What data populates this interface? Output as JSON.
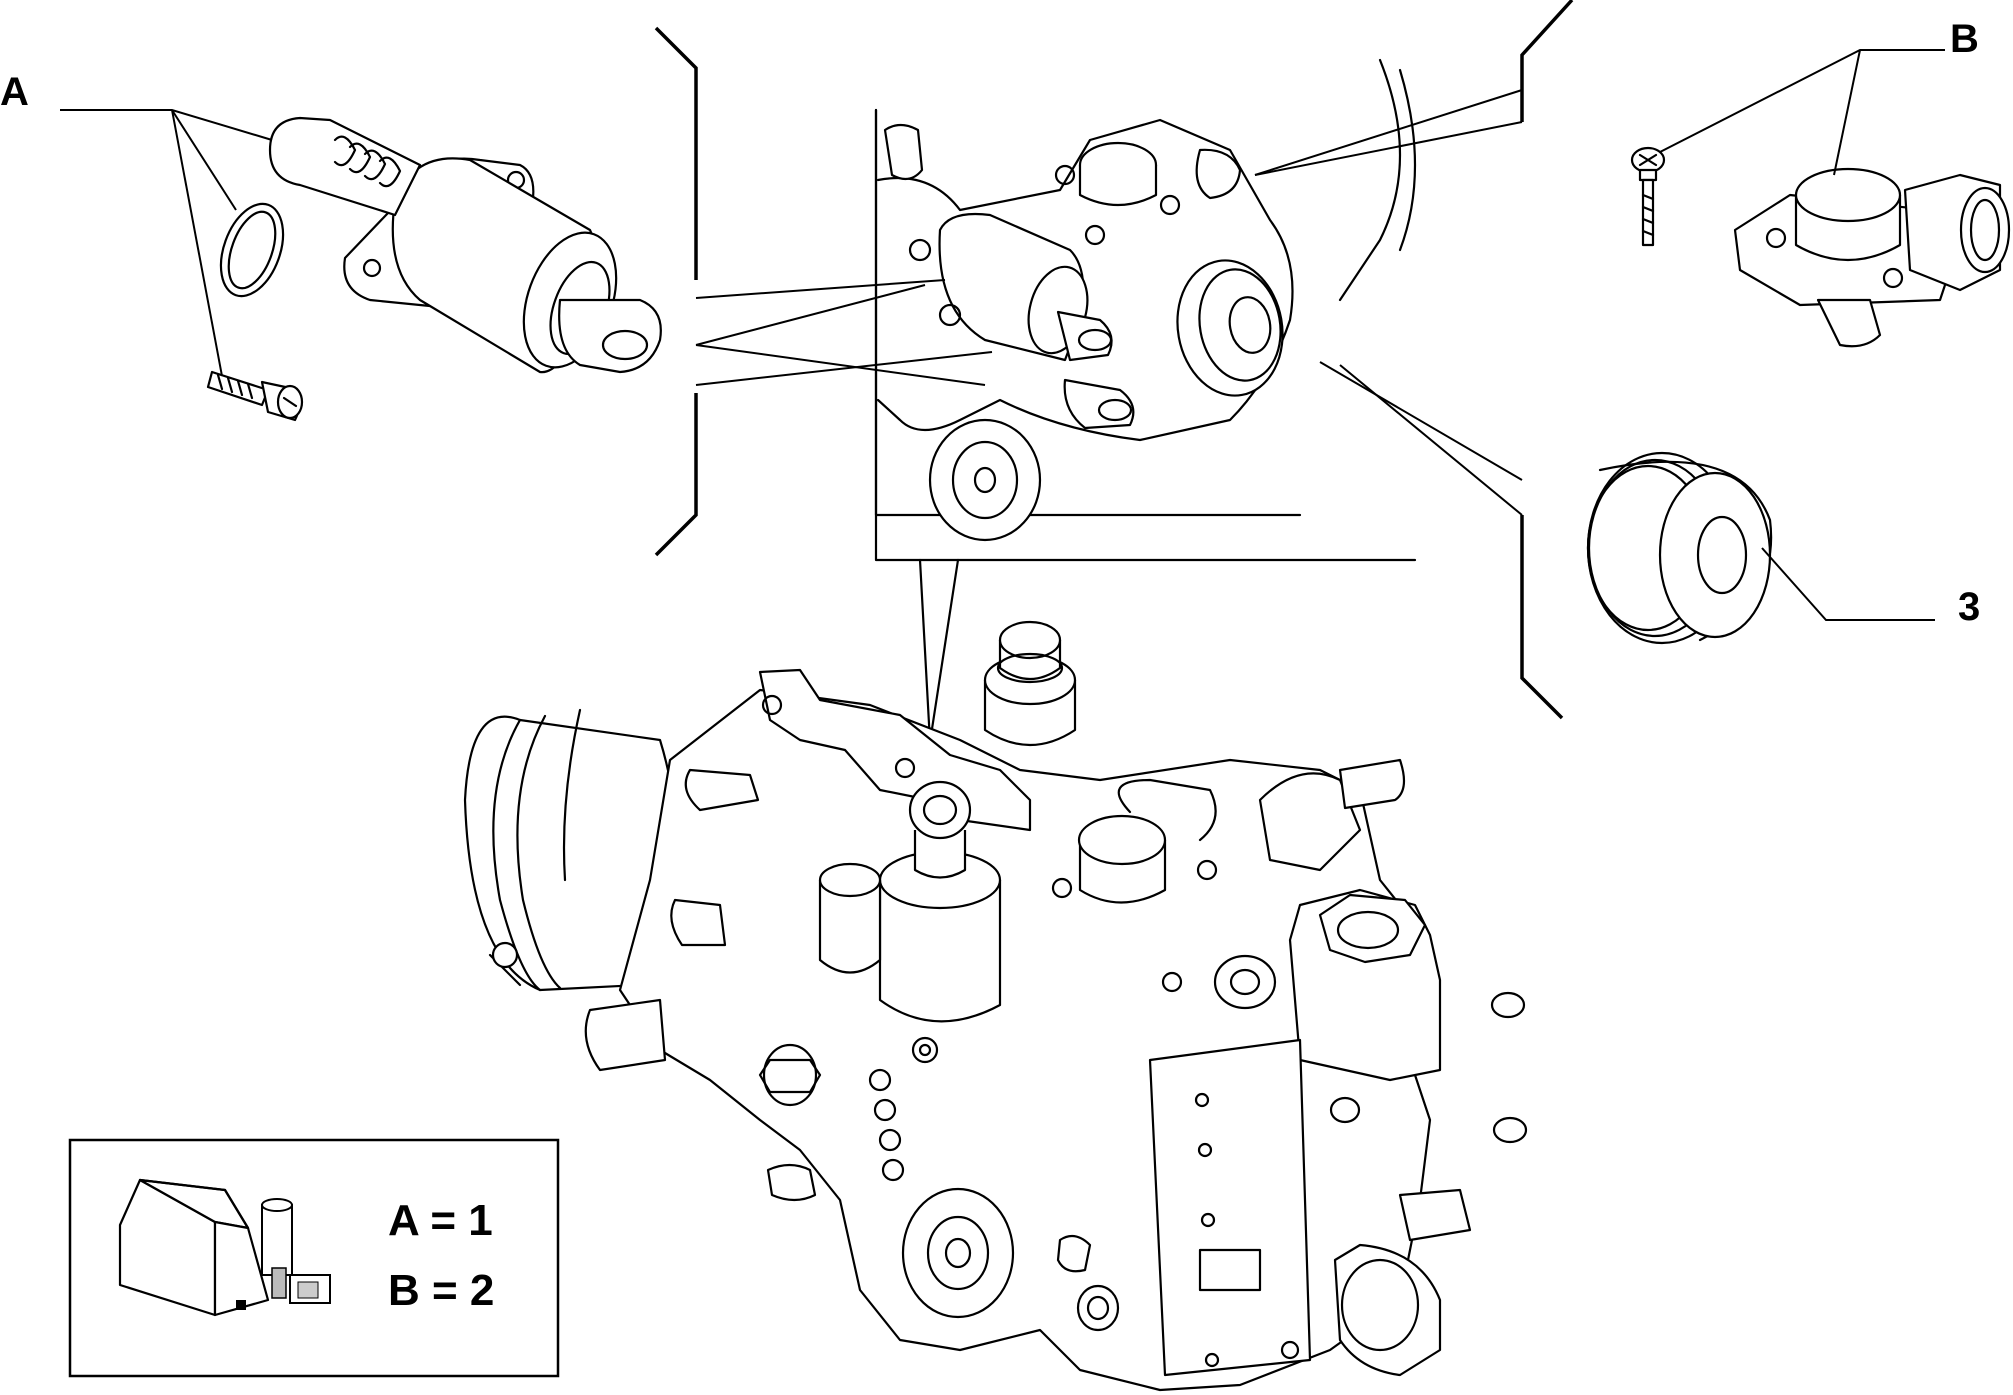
{
  "callouts": {
    "a": "A",
    "b": "B",
    "three": "3"
  },
  "legend": {
    "line_a": "A = 1",
    "line_b": "B = 2"
  }
}
